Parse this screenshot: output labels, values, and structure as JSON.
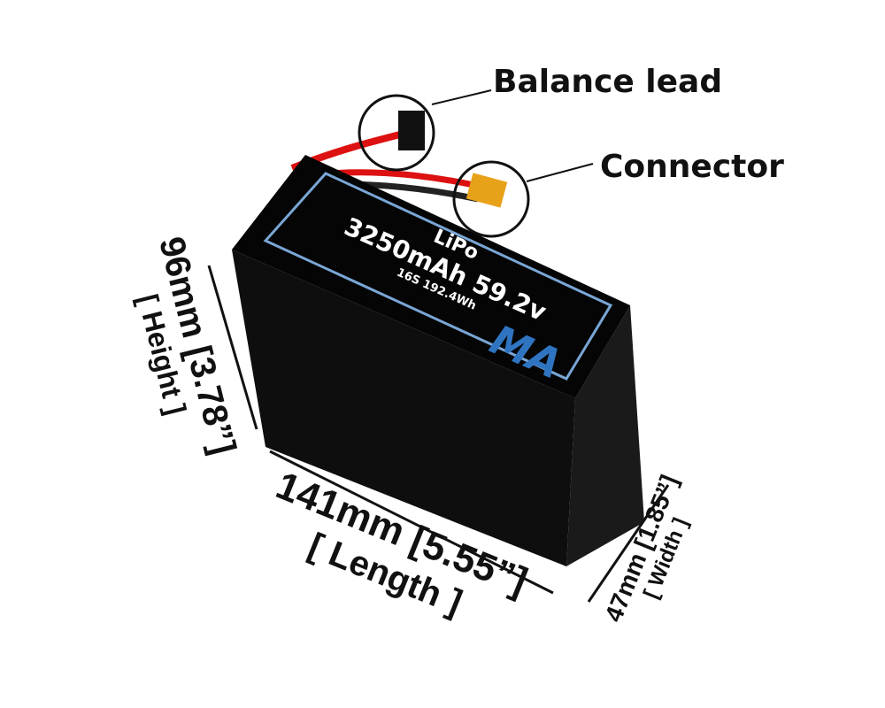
{
  "callouts": {
    "balance_lead": "Balance lead",
    "connector": "Connector"
  },
  "battery_label": {
    "chemistry": "LiPo",
    "capacity_voltage": "3250mAh 59.2v",
    "config_energy": "16S 192.4Wh",
    "logo": "MA"
  },
  "dimensions": {
    "height": {
      "value": "96mm [3.78”]",
      "label": "[ Height ]"
    },
    "length": {
      "value": "141mm [5.55”]",
      "label": "[ Length ]"
    },
    "width": {
      "value": "47mm [1.85”]",
      "label": "[ Width ]"
    }
  },
  "colors": {
    "battery": "#0d0d0d",
    "label_border": "#7aa6d6",
    "logo": "#2f74c0",
    "connector": "#e8a21a",
    "wire_red": "#d11"
  }
}
